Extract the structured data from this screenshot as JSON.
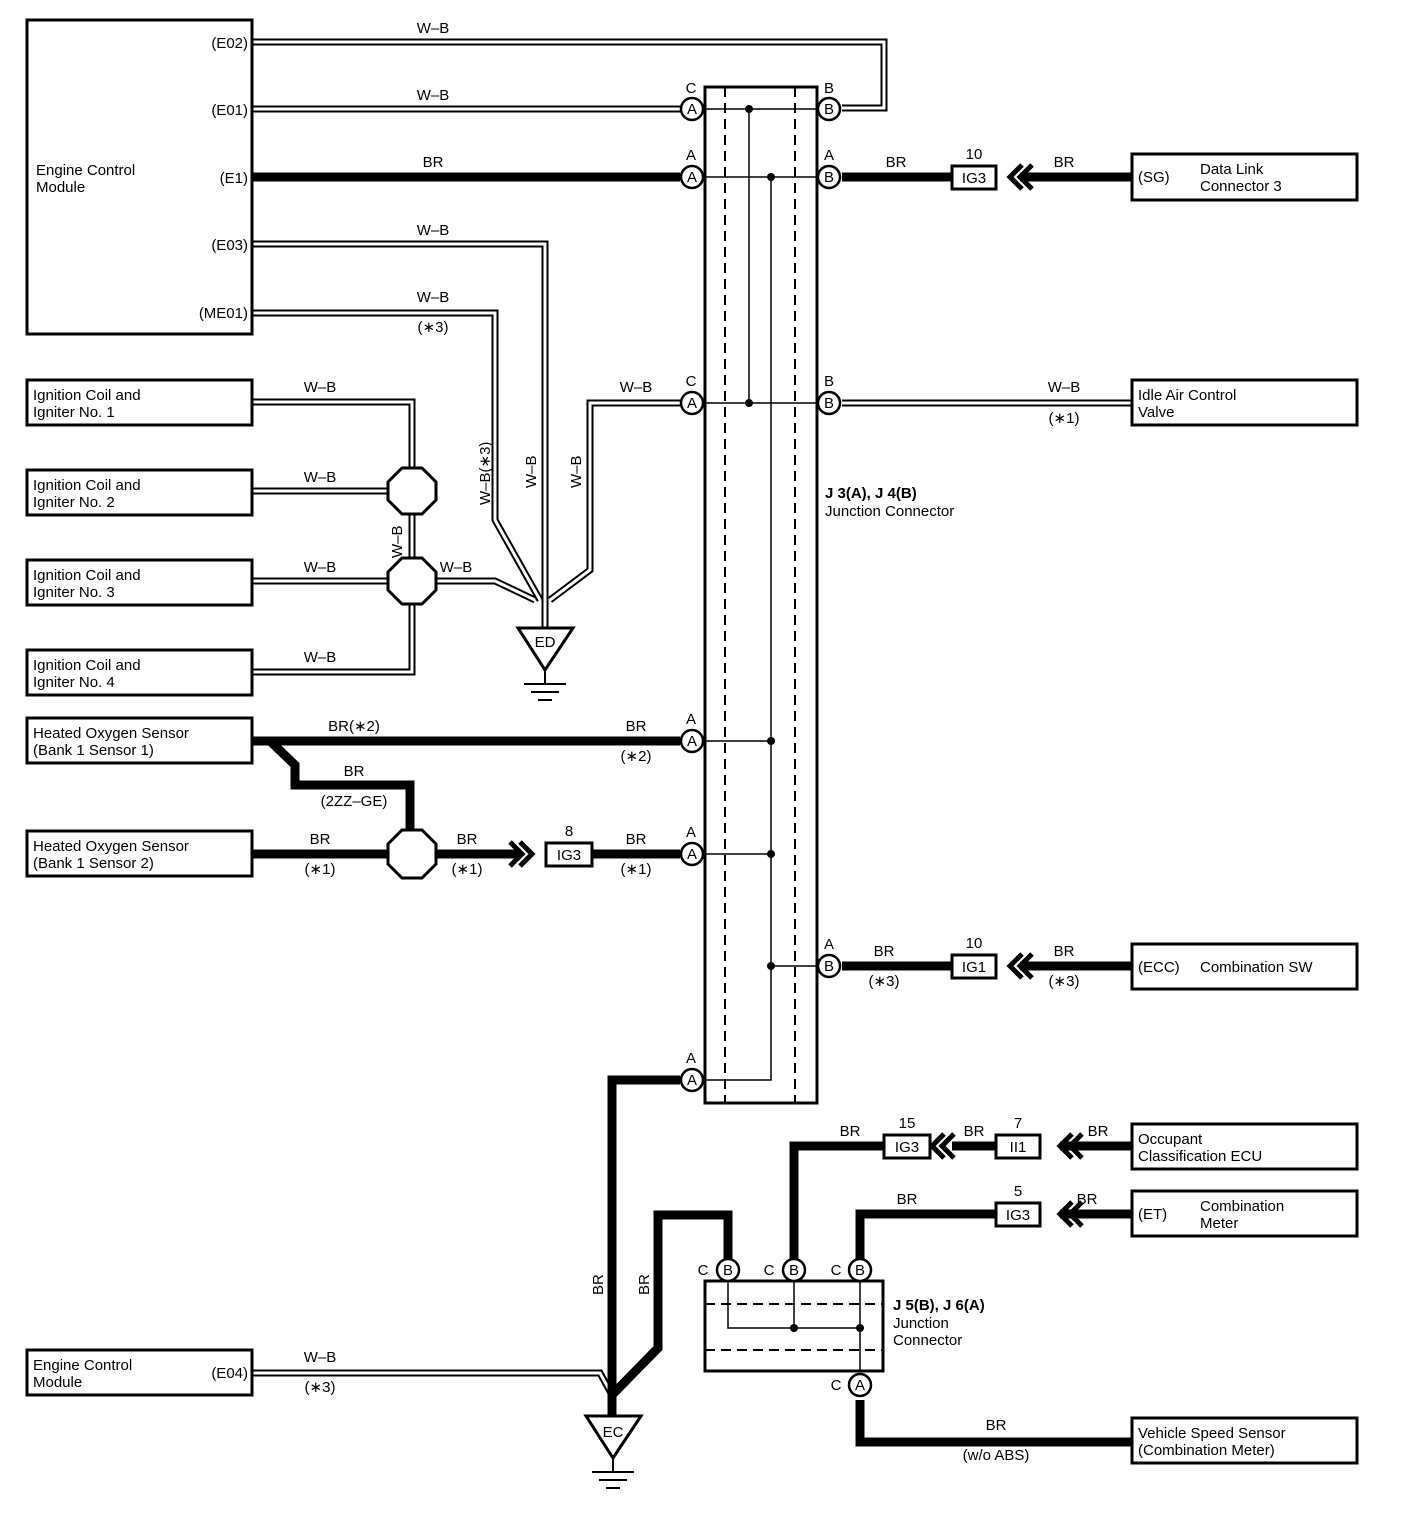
{
  "components": {
    "ecm_top": {
      "line1": "Engine Control",
      "line2": "Module"
    },
    "ecm_bottom": {
      "line1": "Engine Control",
      "line2": "Module"
    },
    "ign1": {
      "line1": "Ignition Coil and",
      "line2": "Igniter No. 1"
    },
    "ign2": {
      "line1": "Ignition Coil and",
      "line2": "Igniter No. 2"
    },
    "ign3": {
      "line1": "Ignition Coil and",
      "line2": "Igniter No. 3"
    },
    "ign4": {
      "line1": "Ignition Coil and",
      "line2": "Igniter No. 4"
    },
    "hos1": {
      "line1": "Heated Oxygen Sensor",
      "line2": "(Bank 1 Sensor 1)"
    },
    "hos2": {
      "line1": "Heated Oxygen Sensor",
      "line2": "(Bank 1 Sensor 2)"
    },
    "dlc3": {
      "pin": "(SG)",
      "line1": "Data Link",
      "line2": "Connector 3"
    },
    "iacv": {
      "line1": "Idle Air Control",
      "line2": "Valve"
    },
    "comb_sw": {
      "pin": "(ECC)",
      "line1": "Combination SW"
    },
    "occ_ecu": {
      "line1": "Occupant",
      "line2": "Classification ECU"
    },
    "comb_meter": {
      "pin": "(ET)",
      "line1": "Combination",
      "line2": "Meter"
    },
    "vss": {
      "line1": "Vehicle Speed Sensor",
      "line2": "(Combination Meter)"
    }
  },
  "ecm_pins": {
    "e02": "(E02)",
    "e01": "(E01)",
    "e1": "(E1)",
    "e03": "(E03)",
    "me01": "(ME01)",
    "e04": "(E04)"
  },
  "junctions": {
    "j34": {
      "line1": "J 3(A), J 4(B)",
      "line2": "Junction Connector"
    },
    "j56": {
      "line1": "J 5(B), J 6(A)",
      "line2": "Junction",
      "line3": "Connector"
    }
  },
  "grounds": {
    "ed": "ED",
    "ec": "EC"
  },
  "wire_colors": {
    "wb": "W–B",
    "br": "BR",
    "wb3": "W–B(∗3)",
    "br2": "BR(∗2)"
  },
  "notes": {
    "n1": "(∗1)",
    "n2": "(∗2)",
    "n3": "(∗3)",
    "zz": "(2ZZ–GE)",
    "woabs": "(w/o ABS)"
  },
  "inline_connectors": {
    "ig3_a": {
      "code": "IG3",
      "pin": "10"
    },
    "ig3_b": {
      "code": "IG3",
      "pin": "8"
    },
    "ig1": {
      "code": "IG1",
      "pin": "10"
    },
    "ig3_c": {
      "code": "IG3",
      "pin": "15"
    },
    "ii1": {
      "code": "II1",
      "pin": "7"
    },
    "ig3_d": {
      "code": "IG3",
      "pin": "5"
    }
  },
  "conn_letters": {
    "a": "A",
    "b": "B",
    "c": "C"
  }
}
